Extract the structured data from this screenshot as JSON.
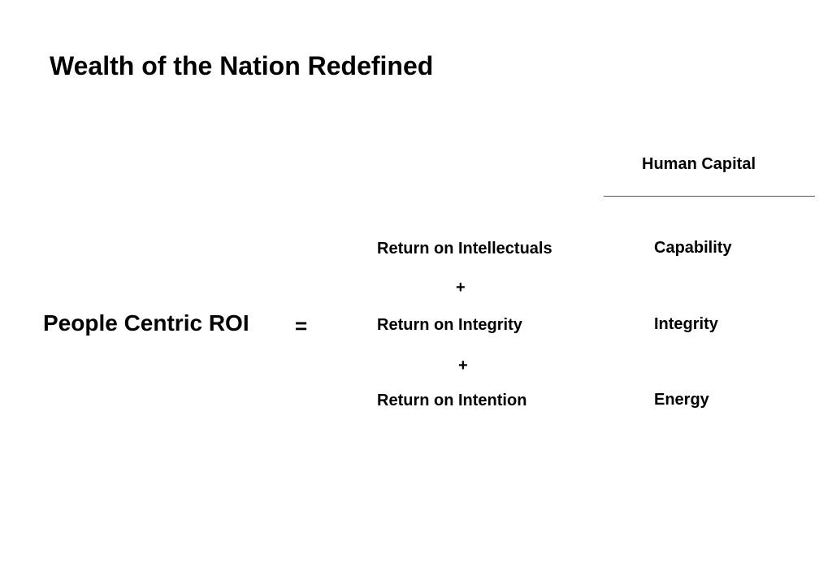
{
  "slide": {
    "title": "Wealth of the Nation Redefined"
  },
  "human_capital": {
    "header": "Human Capital",
    "items": [
      "Capability",
      "Integrity",
      "Energy"
    ]
  },
  "equation": {
    "lhs": "People Centric ROI",
    "equals": "=",
    "returns": [
      "Return on Intellectuals",
      "Return on Integrity",
      "Return on Intention"
    ],
    "operators": [
      "+",
      "+"
    ]
  }
}
